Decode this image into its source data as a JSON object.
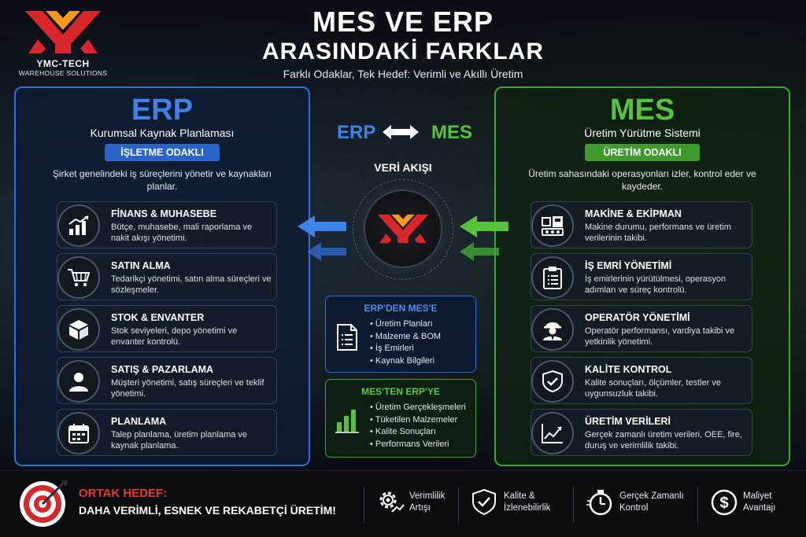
{
  "brand": {
    "name": "YMC-TECH",
    "tagline": "WAREHOUSE SOLUTIONS"
  },
  "header": {
    "title_line1": "MES VE ERP",
    "title_line2": "ARASINDAKİ FARKLAR",
    "subtitle": "Farklı Odaklar, Tek Hedef: Verimli ve Akıllı Üretim"
  },
  "erp": {
    "title": "ERP",
    "subtitle": "Kurumsal Kaynak Planlaması",
    "badge": "İŞLETME ODAKLI",
    "description": "Şirket genelindeki iş süreçlerini yönetir ve kaynakları planlar.",
    "items": [
      {
        "title": "FİNANS & MUHASEBE",
        "desc": "Bütçe, muhasebe, mali raporlama ve nakit akışı yönetimi.",
        "icon": "chart-icon"
      },
      {
        "title": "SATIN ALMA",
        "desc": "Tedarikçi yönetimi, satın alma süreçleri ve sözleşmeler.",
        "icon": "cart-icon"
      },
      {
        "title": "STOK & ENVANTER",
        "desc": "Stok seviyeleri, depo yönetimi ve envanter kontrolü.",
        "icon": "box-icon"
      },
      {
        "title": "SATIŞ & PAZARLAMA",
        "desc": "Müşteri yönetimi, satış süreçleri ve teklif yönetimi.",
        "icon": "user-icon"
      },
      {
        "title": "PLANLAMA",
        "desc": "Talep planlama, üretim planlama ve kaynak planlama.",
        "icon": "calendar-icon"
      }
    ]
  },
  "mes": {
    "title": "MES",
    "subtitle": "Üretim Yürütme Sistemi",
    "badge": "ÜRETİM ODAKLI",
    "description": "Üretim sahasındaki operasyonları izler, kontrol eder ve kaydeder.",
    "items": [
      {
        "title": "MAKİNE & EKİPMAN",
        "desc": "Makine durumu, performans ve üretim verilerinin takibi.",
        "icon": "machine-icon"
      },
      {
        "title": "İŞ EMRİ YÖNETİMİ",
        "desc": "İş emirlerinin yürütülmesi, operasyon adımları ve süreç kontrolü.",
        "icon": "clipboard-icon"
      },
      {
        "title": "OPERATÖR YÖNETİMİ",
        "desc": "Operatör performansı, vardiya takibi ve yetkinlik yönetimi.",
        "icon": "worker-icon"
      },
      {
        "title": "KALİTE KONTROL",
        "desc": "Kalite sonuçları, ölçümler, testler ve uygunsuzluk takibi.",
        "icon": "shield-check-icon"
      },
      {
        "title": "ÜRETİM VERİLERİ",
        "desc": "Gerçek zamanlı üretim verileri, OEE, fire, duruş ve verimlilik takibi.",
        "icon": "trend-chart-icon"
      }
    ]
  },
  "center": {
    "erp_label": "ERP",
    "mes_label": "MES",
    "flow_label": "VERİ AKIŞI",
    "erp_to_mes": {
      "title": "ERP'DEN MES'E",
      "items": [
        "Üretim Planları",
        "Malzeme & BOM",
        "İş Emirleri",
        "Kaynak Bilgileri"
      ]
    },
    "mes_to_erp": {
      "title": "MES'TEN ERP'YE",
      "items": [
        "Üretim Gerçekleşmeleri",
        "Tüketilen Malzemeler",
        "Kalite Sonuçları",
        "Performans Verileri"
      ]
    }
  },
  "footer": {
    "goal_title": "ORTAK HEDEF:",
    "goal_text": "DAHA VERİMLİ, ESNEK VE REKABETÇİ ÜRETİM!",
    "features": [
      {
        "line1": "Verimlilik",
        "line2": "Artışı",
        "icon": "gear-icon"
      },
      {
        "line1": "Kalite &",
        "line2": "İzlenebilirlik",
        "icon": "shield-icon"
      },
      {
        "line1": "Gerçek Zamanlı",
        "line2": "Kontrol",
        "icon": "stopwatch-icon"
      },
      {
        "line1": "Maliyet",
        "line2": "Avantajı",
        "icon": "dollar-icon"
      }
    ]
  },
  "colors": {
    "erp_blue": "#2f6fd8",
    "mes_green": "#3fa833",
    "accent_red": "#e63a2e",
    "logo_orange": "#f39a1e"
  }
}
